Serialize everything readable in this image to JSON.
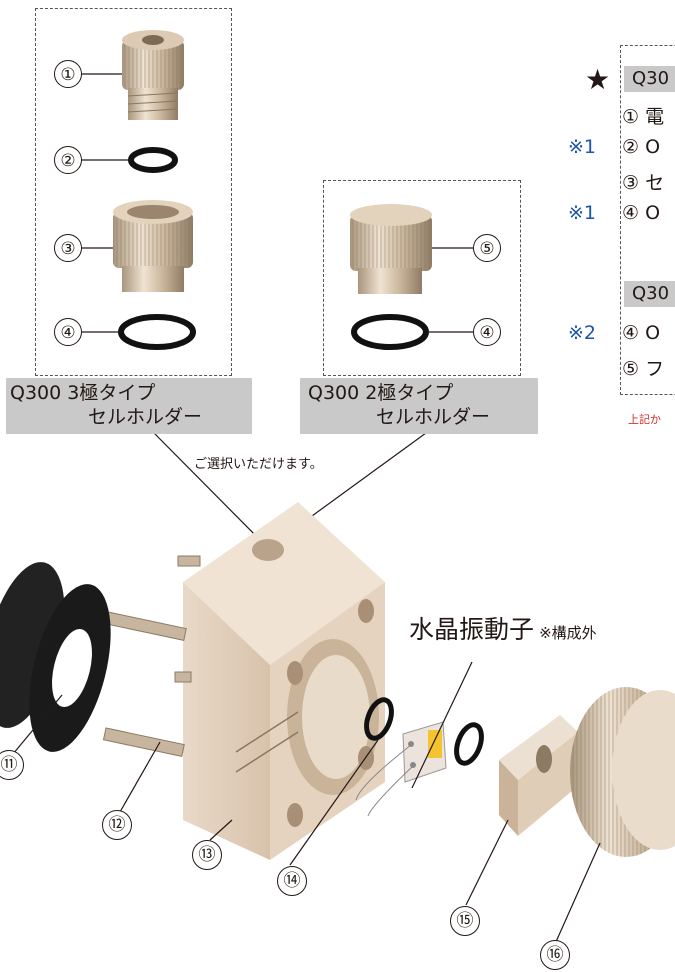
{
  "kit3": {
    "title_line1": "Q300 3極タイプ",
    "title_line2": "セルホルダー"
  },
  "kit2": {
    "title_line1": "Q300 2極タイプ",
    "title_line2": "セルホルダー"
  },
  "select_note": "ご選択いただけます。",
  "crystal": {
    "label": "水晶振動子",
    "note": "※構成外"
  },
  "star": "★",
  "legend": {
    "tag_a": "Q30",
    "tag_b": "Q30",
    "rows": [
      {
        "mark": "",
        "num": "①",
        "text": "電"
      },
      {
        "mark": "※1",
        "num": "②",
        "text": "O"
      },
      {
        "mark": "",
        "num": "③",
        "text": "セ"
      },
      {
        "mark": "※1",
        "num": "④",
        "text": "O"
      },
      {
        "mark": "※2",
        "num": "④",
        "text": "O"
      },
      {
        "mark": "",
        "num": "⑤",
        "text": "フ"
      }
    ],
    "footnote": "上記か"
  },
  "callouts": [
    "①",
    "②",
    "③",
    "④",
    "⑤",
    "④",
    "⑪",
    "⑫",
    "⑬",
    "⑭",
    "⑮",
    "⑯"
  ],
  "colors": {
    "metal": "#c9b49a",
    "body": "#e6d3bf",
    "plate": "#c9c9c9",
    "note": "#1d55a8",
    "ring": "#111111",
    "gold": "#f4c430"
  }
}
